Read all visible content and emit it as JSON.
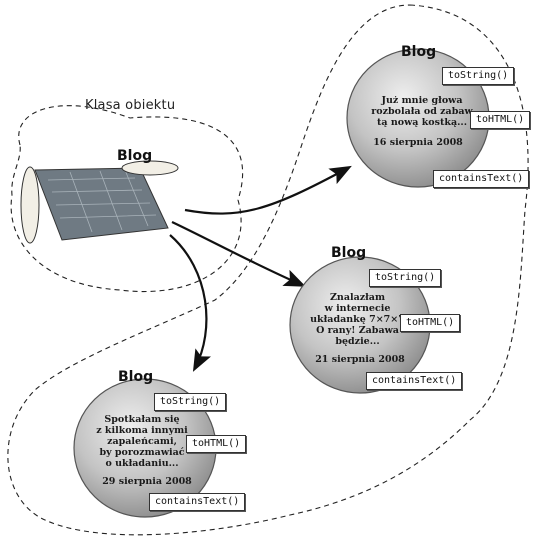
{
  "class_label": "Klasa obiektu",
  "class_name": "Blog",
  "objects": [
    {
      "name": "Blog",
      "text_lines": [
        "Już mnie głowa",
        "rozbolała od zabaw",
        "tą nową kostką..."
      ],
      "date": "16 sierpnia 2008",
      "methods": [
        "toString()",
        "toHTML()",
        "containsText()"
      ]
    },
    {
      "name": "Blog",
      "text_lines": [
        "Znalazłam",
        "w internecie",
        "układankę 7×7×7",
        "O rany! Zabawa",
        "będzie..."
      ],
      "date": "21 sierpnia 2008",
      "methods": [
        "toString()",
        "toHTML()",
        "containsText()"
      ]
    },
    {
      "name": "Blog",
      "text_lines": [
        "Spotkałam się",
        "z kilkoma innymi",
        "zapaleńcami,",
        "by porozmawiać",
        "o układaniu..."
      ],
      "date": "29 sierpnia 2008",
      "methods": [
        "toString()",
        "toHTML()",
        "containsText()"
      ]
    }
  ],
  "colors": {
    "sphere_light": "#e9e9e9",
    "sphere_mid": "#bdbdbd",
    "sphere_dark": "#8a8a8a",
    "line": "#111111"
  }
}
